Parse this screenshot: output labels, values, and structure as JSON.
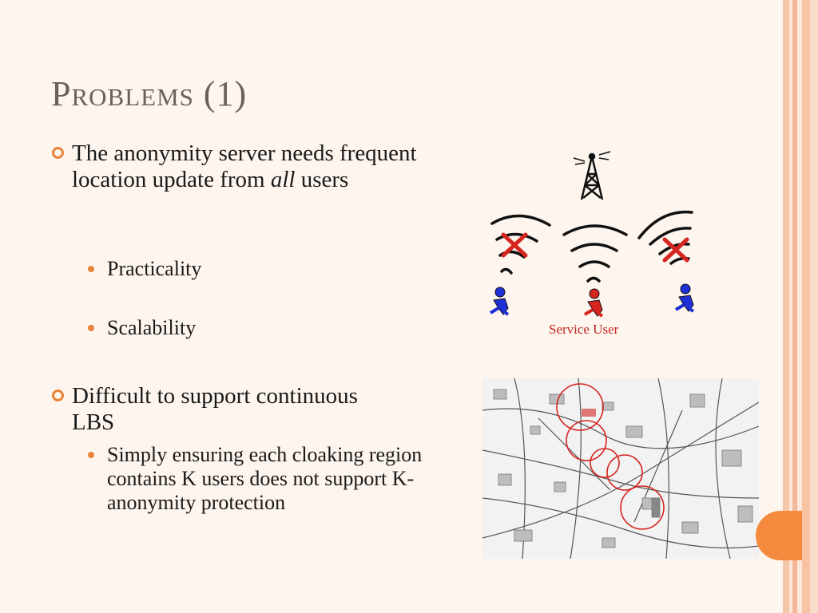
{
  "slide": {
    "title": "Problems (1)",
    "bullets": [
      {
        "pre": "The anonymity server needs frequent location update from ",
        "em": "all",
        "post": " users"
      },
      {
        "text": "Difficult to support continuous LBS"
      }
    ],
    "sub_bullets": {
      "practicality": "Practicality",
      "scalability": "Scalability",
      "cloaking": "Simply ensuring each cloaking region contains K users does not support K-anonymity protection"
    },
    "figure_caption": "Service User"
  },
  "colors": {
    "accent": "#e8833a",
    "title": "#6c5f5c",
    "caption": "#c0241f",
    "user_blue": "#1f2fd6",
    "user_red": "#d6241f"
  },
  "icons": [
    "antenna-tower-icon",
    "signal-waves-icon",
    "red-x-icon",
    "running-person-icon",
    "city-map-image"
  ]
}
